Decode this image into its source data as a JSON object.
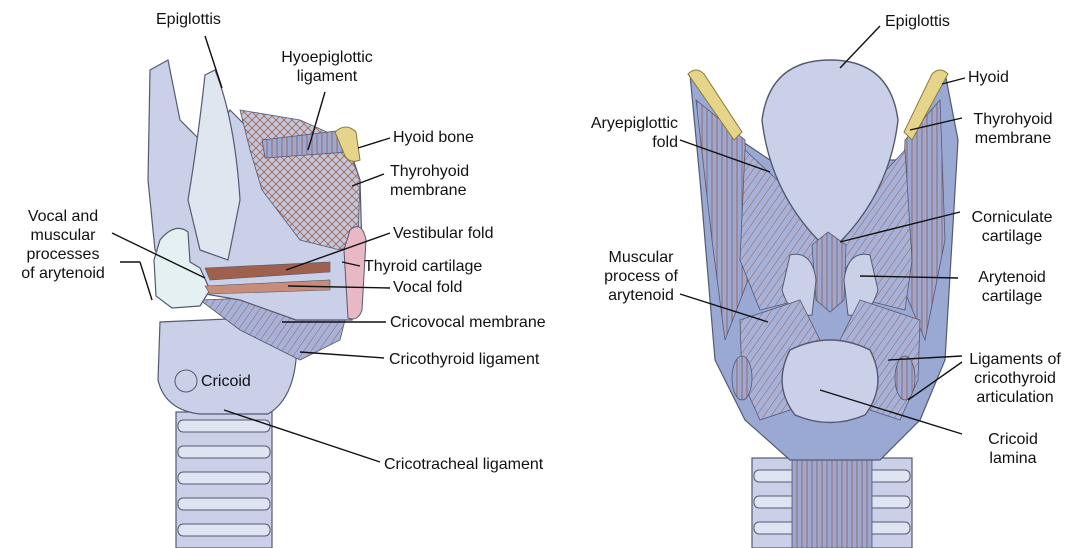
{
  "colors": {
    "tissue": "#c9d0e8",
    "tissue_dark": "#8e9cc8",
    "muscle_line": "#a0604e",
    "cartilage_light": "#dfe6f0",
    "arytenoid": "#e4f0f2",
    "bone": "#e6d48a",
    "thyroid_edge": "#e8b8c4",
    "outline": "#555a70",
    "text": "#111111"
  },
  "left_view": {
    "labels": {
      "epiglottis": "Epiglottis",
      "hyoepiglottic": "Hyoepiglottic\nligament",
      "hyoid_bone": "Hyoid bone",
      "thyrohyoid": "Thyrohyoid\nmembrane",
      "vocal_muscular": "Vocal and\nmuscular\nprocesses\nof arytenoid",
      "vestibular_fold": "Vestibular fold",
      "thyroid_cartilage": "Thyroid cartilage",
      "vocal_fold": "Vocal fold",
      "cricovocal": "Cricovocal membrane",
      "cricothyroid": "Cricothyroid ligament",
      "cricoid": "Cricoid",
      "cricotracheal": "Cricotracheal ligament"
    }
  },
  "right_view": {
    "labels": {
      "epiglottis": "Epiglottis",
      "hyoid": "Hyoid",
      "aryepiglottic": "Aryepiglottic\nfold",
      "thyrohyoid": "Thyrohyoid\nmembrane",
      "corniculate": "Corniculate\ncartilage",
      "muscular_process": "Muscular\nprocess of\narytenoid",
      "arytenoid": "Arytenoid\ncartilage",
      "ligaments": "Ligaments of\ncricothyroid\narticulation",
      "cricoid_lamina": "Cricoid\nlamina"
    }
  }
}
